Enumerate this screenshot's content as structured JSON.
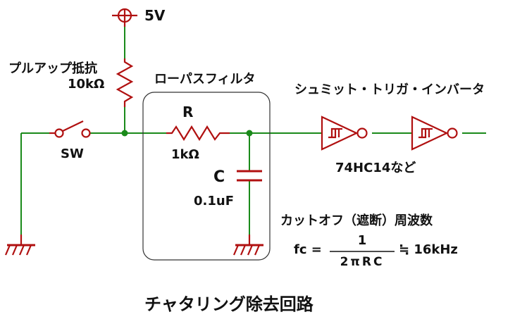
{
  "labels": {
    "supply": "5V",
    "pullup_name": "プルアップ抵抗",
    "pullup_value": "10kΩ",
    "lpf_title": "ローパスフィルタ",
    "resistor_name": "R",
    "resistor_value": "1kΩ",
    "capacitor_name": "C",
    "capacitor_value": "0.1uF",
    "switch_name": "SW",
    "schmitt_title": "シュミット・トリガ・インバータ",
    "ic_part": "74HC14など",
    "cutoff_title": "カットオフ（遮断）周波数",
    "formula_lhs": "fc =",
    "formula_numerator": "1",
    "formula_denominator": "2πRC",
    "formula_result": "≒ 16kHz",
    "caption": "チャタリング除去回路"
  },
  "colors": {
    "wire": "#1a8a1a",
    "component": "#b01010",
    "node": "#1a8a1a",
    "text": "#111111"
  }
}
